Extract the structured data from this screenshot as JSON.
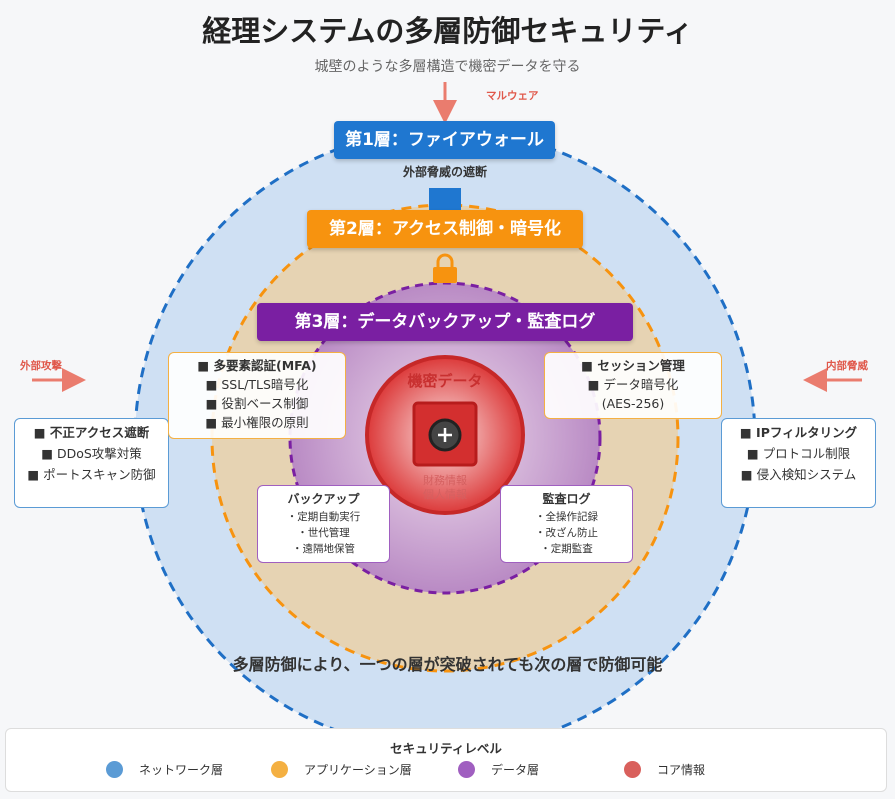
{
  "title": "経理システムの多層防御セキュリティ",
  "subtitle": "城壁のような多層構造で機密データを守る",
  "threats": {
    "top": "マルウェア",
    "left": "外部攻撃",
    "right": "内部脅威"
  },
  "layer1": {
    "label": "第1層：ファイアウォール",
    "caption": "外部脅威の遮断",
    "left_box": {
      "title": "■ 不正アクセス遮断",
      "items": [
        "■ DDoS攻撃対策",
        "■ ポートスキャン防御"
      ]
    },
    "right_box": {
      "title": "■ IPフィルタリング",
      "items": [
        "■ プロトコル制限",
        "■ 侵入検知システム"
      ]
    }
  },
  "layer2": {
    "label": "第2層：アクセス制御・暗号化",
    "left_box": {
      "title": "■ 多要素認証(MFA)",
      "items": [
        "■ SSL/TLS暗号化",
        "■ 役割ベース制御",
        "■ 最小権限の原則"
      ]
    },
    "right_box": {
      "title": "■ セッション管理",
      "items": [
        "■ データ暗号化",
        "(AES-256)"
      ]
    }
  },
  "layer3": {
    "label": "第3層：データバックアップ・監査ログ",
    "backup": {
      "title": "バックアップ",
      "items": [
        "・定期自動実行",
        "・世代管理",
        "・遠隔地保管"
      ]
    },
    "audit": {
      "title": "監査ログ",
      "items": [
        "・全操作記録",
        "・改ざん防止",
        "・定期監査"
      ]
    }
  },
  "core": {
    "label": "機密データ",
    "items": [
      "財務情報",
      "個人情報"
    ],
    "icon": "vault-icon"
  },
  "footer_note": "多層防御により、一つの層が突破されても次の層で防御可能",
  "legend": {
    "title": "セキュリティレベル",
    "items": [
      {
        "label": "ネットワーク層",
        "color": "#5b9bd5"
      },
      {
        "label": "アプリケーション層",
        "color": "#f4b042"
      },
      {
        "label": "データ層",
        "color": "#a05fc0"
      },
      {
        "label": "コア情報",
        "color": "#d9605c"
      }
    ]
  },
  "colors": {
    "blue": "#1f77d0",
    "orange": "#f7930f",
    "purple": "#7a1fa2",
    "red": "#d32f2f"
  }
}
